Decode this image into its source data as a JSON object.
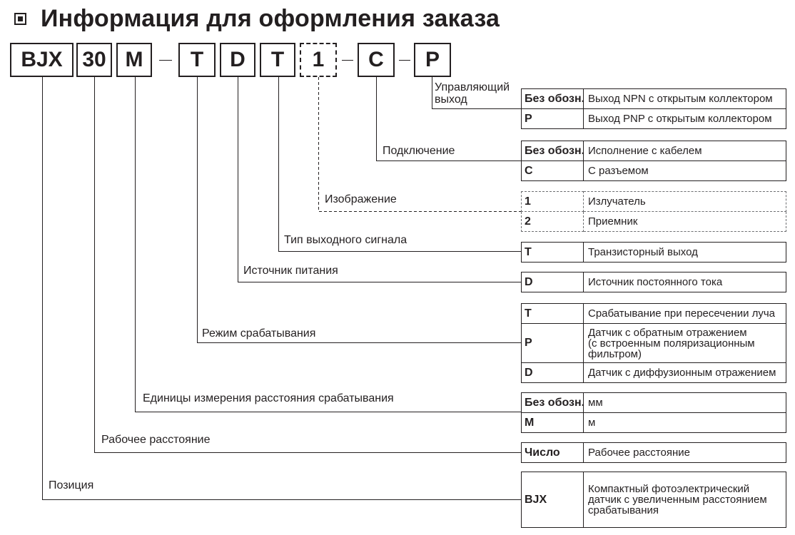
{
  "title": "Информация для оформления заказа",
  "code": {
    "parts": [
      "BJX",
      "30",
      "M",
      "T",
      "D",
      "T",
      "1",
      "C",
      "P"
    ]
  },
  "labels": {
    "output": "Управляющий\nвыход",
    "connection": "Подключение",
    "image": "Изображение",
    "signal_type": "Тип выходного сигнала",
    "power": "Источник питания",
    "mode": "Режим срабатывания",
    "units": "Единицы измерения расстояния срабатывания",
    "distance": "Рабочее расстояние",
    "position": "Позиция"
  },
  "tables": {
    "output": [
      {
        "code": "Без обозн.",
        "desc": "Выход NPN с открытым коллектором"
      },
      {
        "code": "P",
        "desc": "Выход PNP с открытым коллектором"
      }
    ],
    "connection": [
      {
        "code": "Без обозн.",
        "desc": "Исполнение с кабелем"
      },
      {
        "code": "C",
        "desc": "С разъемом"
      }
    ],
    "image": [
      {
        "code": "1",
        "desc": "Излучатель"
      },
      {
        "code": "2",
        "desc": "Приемник"
      }
    ],
    "signal_type": [
      {
        "code": "T",
        "desc": "Транзисторный выход"
      }
    ],
    "power": [
      {
        "code": "D",
        "desc": "Источник постоянного тока"
      }
    ],
    "mode": [
      {
        "code": "T",
        "desc": "Срабатывание при пересечении луча"
      },
      {
        "code": "P",
        "desc": "Датчик с обратным отражением\n(с встроенным поляризационным\nфильтром)"
      },
      {
        "code": "D",
        "desc": "Датчик с диффузионным отражением"
      }
    ],
    "units": [
      {
        "code": "Без обозн.",
        "desc": "мм"
      },
      {
        "code": "M",
        "desc": "м"
      }
    ],
    "distance": [
      {
        "code": "Число",
        "desc": "Рабочее расстояние"
      }
    ],
    "position": [
      {
        "code": "BJX",
        "desc": "Компактный фотоэлектрический\nдатчик с увеличенным расстоянием\nсрабатывания"
      }
    ]
  }
}
